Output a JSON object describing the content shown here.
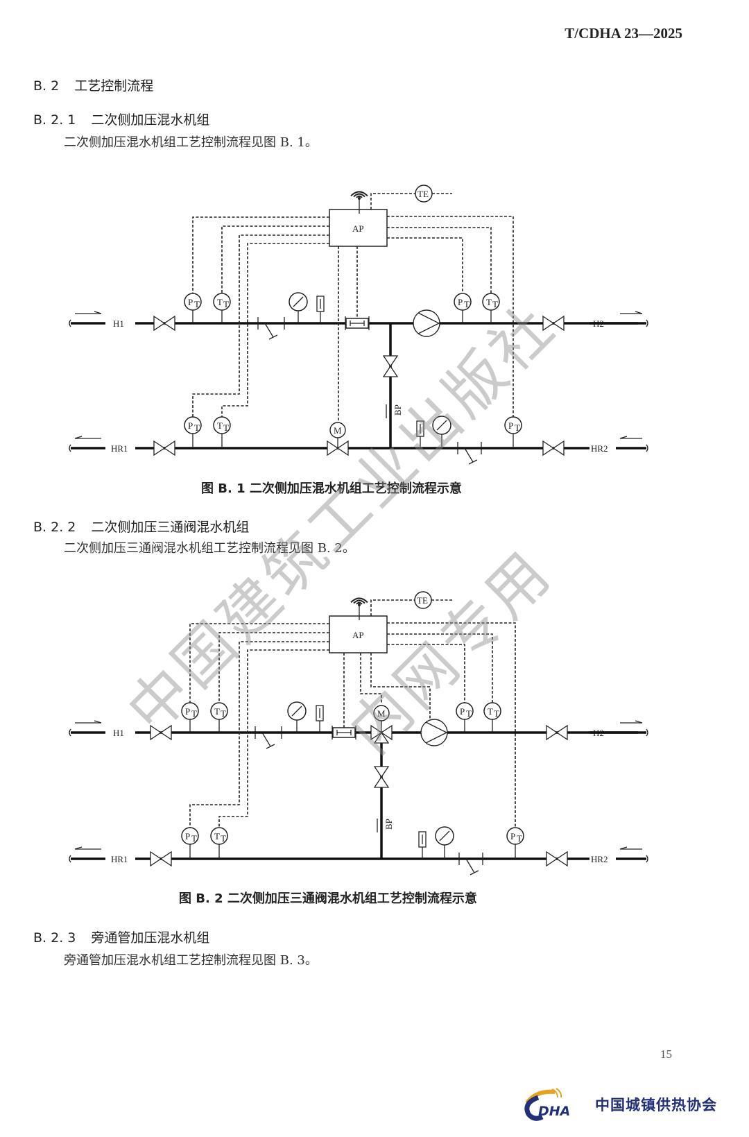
{
  "header": {
    "doc_id": "T/CDHA 23—2025"
  },
  "sections": {
    "b2": {
      "num": "B. 2",
      "title": "工艺控制流程"
    },
    "b21": {
      "num": "B. 2. 1",
      "title": "二次侧加压混水机组",
      "body": "二次侧加压混水机组工艺控制流程见图 B. 1。"
    },
    "b22": {
      "num": "B. 2. 2",
      "title": "二次侧加压三通阀混水机组",
      "body": "二次侧加压三通阀混水机组工艺控制流程见图 B. 2。"
    },
    "b23": {
      "num": "B. 2. 3",
      "title": "旁通管加压混水机组",
      "body": "旁通管加压混水机组工艺控制流程见图 B. 3。"
    }
  },
  "figures": {
    "fig1": {
      "caption": "图 B. 1   二次侧加压混水机组工艺控制流程示意"
    },
    "fig2": {
      "caption": "图 B. 2   二次侧加压三通阀混水机组工艺控制流程示意"
    }
  },
  "diagram_labels": {
    "controller": "AP",
    "temp_element": "TE",
    "supply_in": "H1",
    "supply_out": "H2",
    "return_in": "HR1",
    "return_out": "HR2",
    "bypass": "BP",
    "motor": "M",
    "pressure_sensor": "P",
    "temp_sensor": "T",
    "sensor_sub": "T"
  },
  "watermark": {
    "line1": "中国建筑工业出版社",
    "line2": "内网专用"
  },
  "footer": {
    "page_number": "15",
    "logo_abbr": "CDHA",
    "logo_org": "中国城镇供热协会",
    "logo_color": "#22307a",
    "logo_accent": "#e8a020"
  }
}
